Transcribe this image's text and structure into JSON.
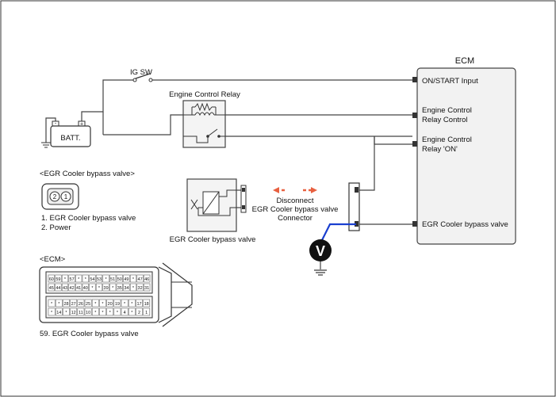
{
  "ecm": {
    "title": "ECM",
    "pins": [
      "ON/START Input",
      "Engine Control",
      "Relay Control",
      "Engine Control",
      "Relay 'ON'",
      "EGR Cooler bypass valve"
    ]
  },
  "ig_switch": "IG SW",
  "relay": {
    "title": "Engine Control Relay"
  },
  "battery": {
    "label": "BATT.",
    "minus": "-",
    "plus": "+"
  },
  "egr_connector": {
    "title": "<EGR Cooler bypass valve>",
    "pin_left": "2",
    "pin_right": "1",
    "pin_list": [
      "1. EGR Cooler bypass valve",
      "2. Power"
    ]
  },
  "valve": {
    "label": "EGR Cooler bypass valve"
  },
  "instruction": {
    "lines": [
      "Disconnect",
      "EGR Cooler bypass valve",
      "Connector"
    ]
  },
  "voltmeter": {
    "symbol": "V"
  },
  "ecm_connector": {
    "title": "<ECM>",
    "note": "59. EGR Cooler bypass valve",
    "top_rows": [
      [
        "60",
        "59",
        "*",
        "57",
        "*",
        "*",
        "54",
        "53",
        "*",
        "51",
        "50",
        "49",
        "*",
        "47",
        "46"
      ],
      [
        "45",
        "44",
        "43",
        "42",
        "41",
        "40",
        "*",
        "*",
        "39",
        "*",
        "35",
        "34",
        "*",
        "32",
        "31"
      ]
    ],
    "bottom_rows": [
      [
        "*",
        "*",
        "28",
        "27",
        "26",
        "25",
        "*",
        "*",
        "20",
        "19",
        "*",
        "*",
        "17",
        "18"
      ],
      [
        "*",
        "14",
        "*",
        "12",
        "11",
        "10",
        "*",
        "*",
        "*",
        "*",
        "4",
        "*",
        "2",
        "1"
      ]
    ]
  },
  "colors": {
    "wire": "#444444",
    "signal_wire": "#1a3fd0",
    "arrow": "#e86040",
    "ecm_fill": "#f2f2f2"
  }
}
